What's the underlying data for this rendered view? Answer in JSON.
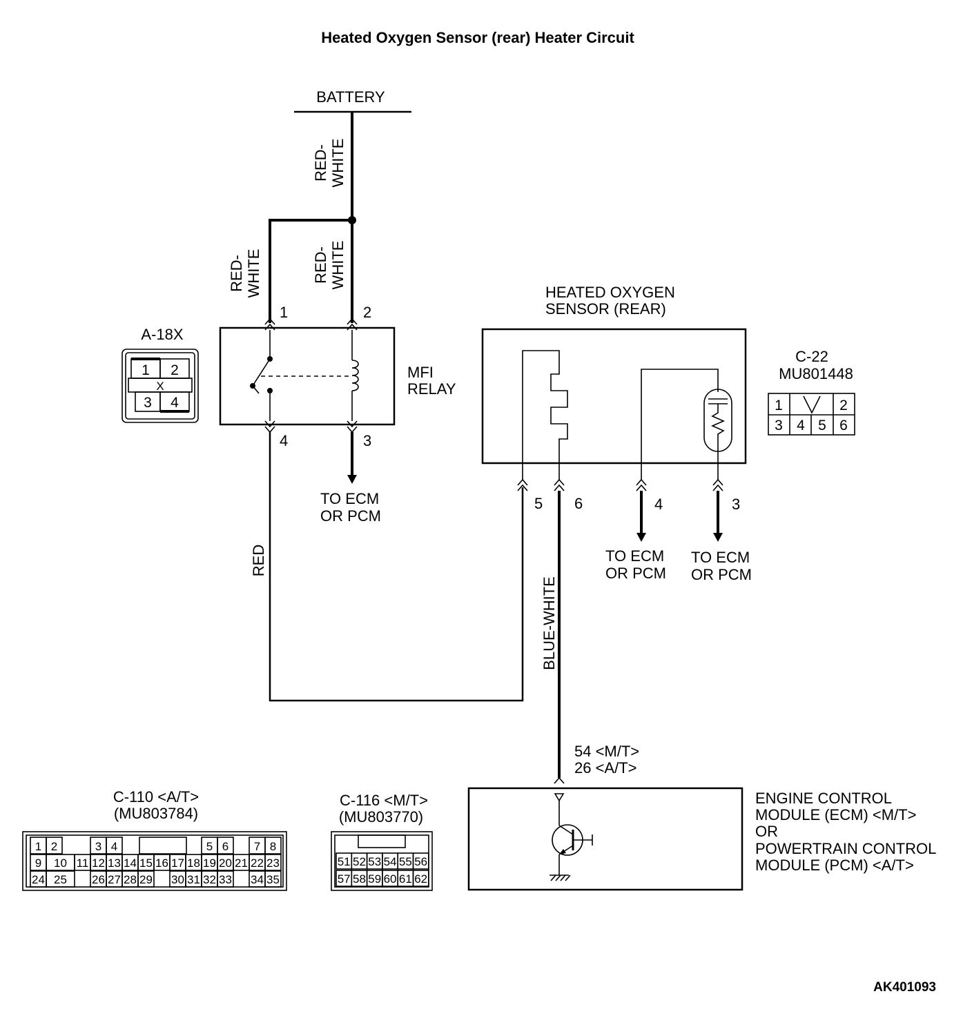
{
  "title": "Heated Oxygen Sensor (rear) Heater Circuit",
  "figure_id": "AK401093",
  "battery": {
    "label": "BATTERY"
  },
  "wires": {
    "battery_feed": [
      "RED-",
      "WHITE"
    ],
    "relay_pin1": [
      "RED-",
      "WHITE"
    ],
    "relay_pin2": [
      "RED-",
      "WHITE"
    ],
    "relay_to_sensor": "RED",
    "sensor_to_ecm": "BLUE-WHITE"
  },
  "mfi_relay": {
    "label": [
      "MFI",
      "RELAY"
    ],
    "pins": {
      "p1": "1",
      "p2": "2",
      "p3": "3",
      "p4": "4"
    },
    "to_ecm": [
      "TO ECM",
      "OR PCM"
    ]
  },
  "connector_a18x": {
    "label": "A-18X",
    "pins": [
      "1",
      "2",
      "X",
      "3",
      "4"
    ]
  },
  "sensor": {
    "label": [
      "HEATED OXYGEN",
      "SENSOR (REAR)"
    ],
    "pins": {
      "p5": "5",
      "p6": "6",
      "p4": "4",
      "p3": "3"
    },
    "to_ecm_4": [
      "TO ECM",
      "OR PCM"
    ],
    "to_ecm_3": [
      "TO ECM",
      "OR PCM"
    ]
  },
  "connector_c22": {
    "label": [
      "C-22",
      "MU801448"
    ],
    "top": [
      "1",
      "",
      "2"
    ],
    "bottom": [
      "3",
      "4",
      "5",
      "6"
    ]
  },
  "ecm_pins": [
    "54 <M/T>",
    "26 <A/T>"
  ],
  "ecm": {
    "label": [
      "ENGINE CONTROL",
      "MODULE (ECM) <M/T>",
      "OR",
      "POWERTRAIN CONTROL",
      "MODULE (PCM) <A/T>"
    ]
  },
  "connector_c110": {
    "label": [
      "C-110 <A/T>",
      "(MU803784)"
    ],
    "rows": [
      [
        "1",
        "2",
        "",
        "3",
        "4",
        "",
        "",
        "",
        "",
        "",
        "",
        "5",
        "6",
        "",
        "7",
        "8"
      ],
      [
        "9",
        "10",
        "11",
        "12",
        "13",
        "14",
        "15",
        "16",
        "17",
        "18",
        "19",
        "20",
        "21",
        "22",
        "23"
      ],
      [
        "24",
        "25",
        "",
        "26",
        "27",
        "28",
        "29",
        "",
        "30",
        "31",
        "32",
        "33",
        "",
        "34",
        "35"
      ]
    ]
  },
  "connector_c116": {
    "label": [
      "C-116 <M/T>",
      "(MU803770)"
    ],
    "rows": [
      [
        "51",
        "52",
        "53",
        "54",
        "55",
        "56"
      ],
      [
        "57",
        "58",
        "59",
        "60",
        "61",
        "62"
      ]
    ]
  }
}
